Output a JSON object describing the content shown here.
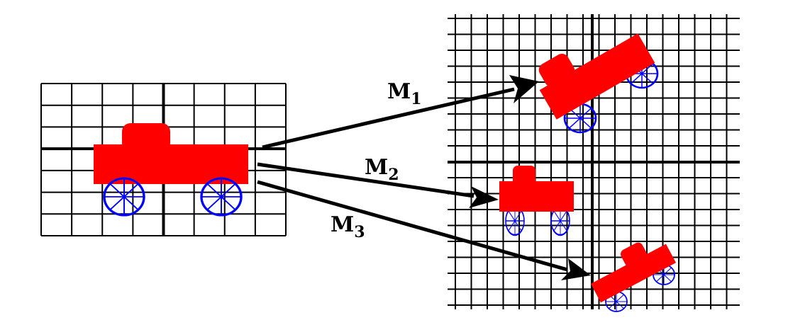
{
  "colors": {
    "truck_body": "#ff0000",
    "wheels": "#0000ff",
    "grid": "#000000",
    "arrows": "#000000"
  },
  "source": {
    "grid_cols": 8,
    "grid_rows": 7
  },
  "target": {
    "grid_cols": 18,
    "grid_rows": 19
  },
  "transforms": [
    {
      "id": "m1",
      "letter": "M",
      "subscript": "1",
      "effect": "rotate-and-scale-up"
    },
    {
      "id": "m2",
      "letter": "M",
      "subscript": "2",
      "effect": "scale-down"
    },
    {
      "id": "m3",
      "letter": "M",
      "subscript": "3",
      "effect": "rotate-and-scale-down"
    }
  ],
  "icons": {
    "arrow": "arrow-icon",
    "truck": "truck-icon",
    "wheel": "wheel-icon"
  }
}
